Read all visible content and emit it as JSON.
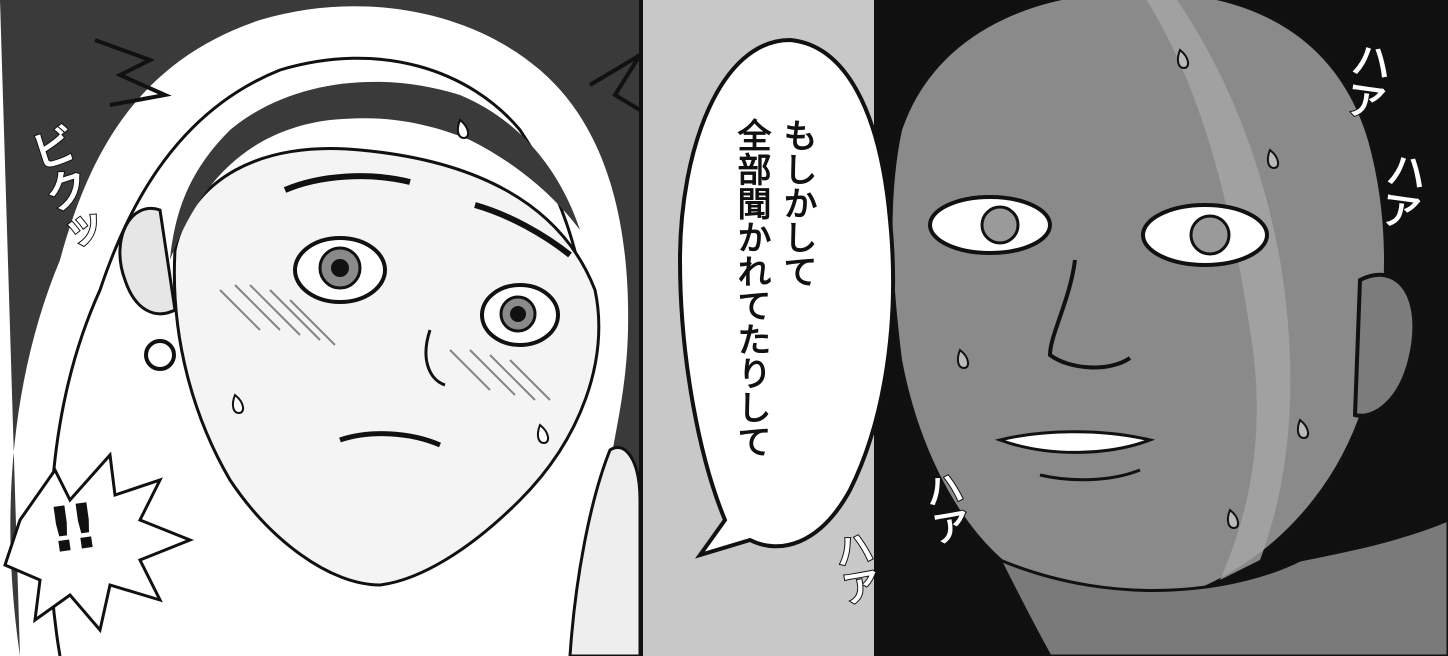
{
  "speech_bubble": {
    "line_1": "もしかして",
    "line_2": "全部聞かれてたりして"
  },
  "sound_effects": {
    "startle": "ビクッ",
    "exclamation": "!!",
    "breath_1": "ハア",
    "breath_2": "ハア",
    "breath_3": "ハア",
    "breath_4": "ハア"
  },
  "colors": {
    "background": "#ffffff",
    "gutter": "#c8c8c8",
    "dark_panel": "#101010",
    "skin_grey": "#8a8a8a",
    "ink": "#111111"
  }
}
